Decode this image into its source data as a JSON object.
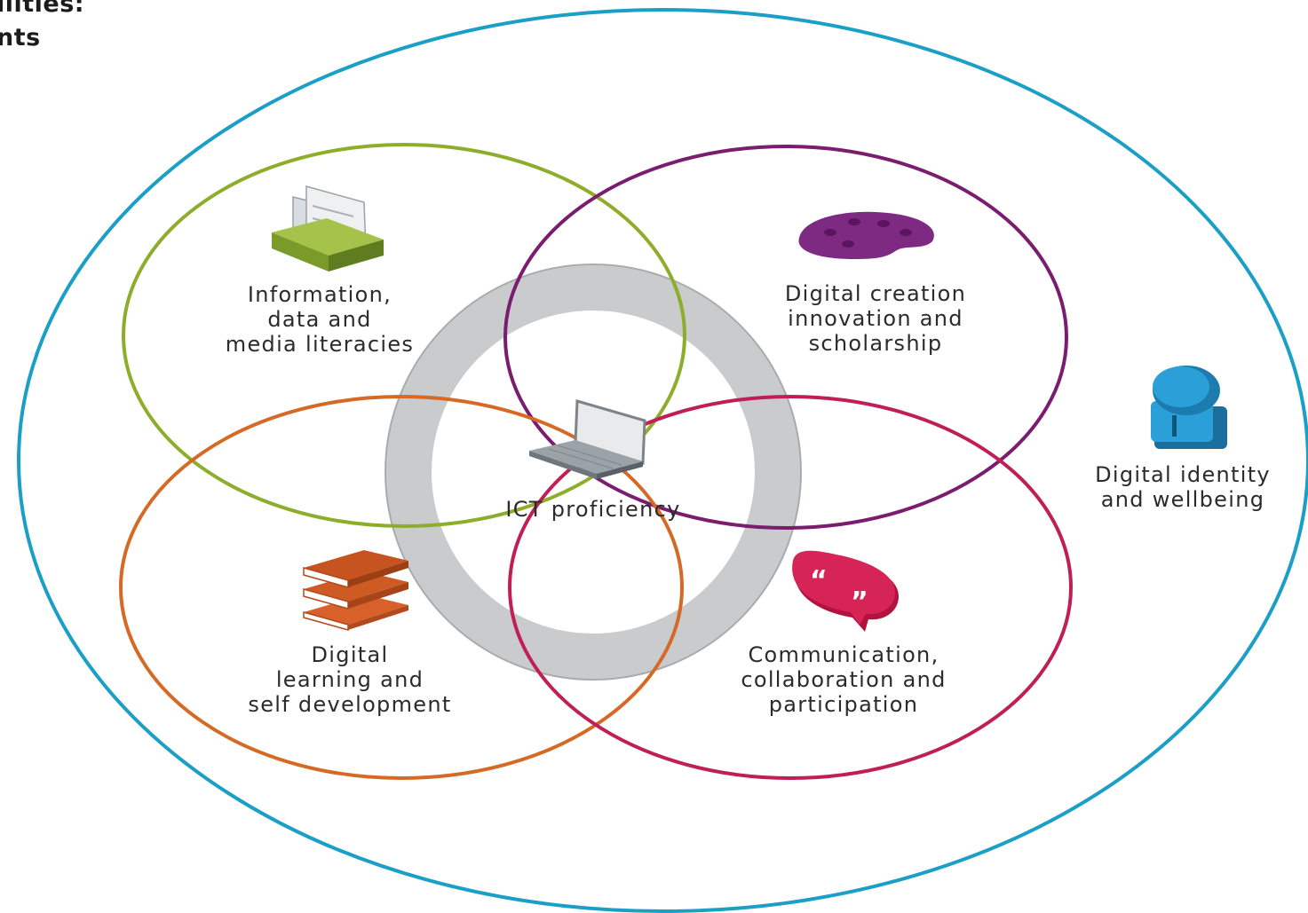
{
  "heading": {
    "line1": "ilities:",
    "line2": "nts"
  },
  "circles": {
    "outer": {
      "labels": [
        "Digital identity",
        "and wellbeing"
      ],
      "color": "#1b9fc6",
      "icon": "person-icon"
    },
    "information": {
      "labels": [
        "Information,",
        "data and",
        "media literacies"
      ],
      "color": "#8dad2b",
      "icon": "card-index-icon"
    },
    "creation": {
      "labels": [
        "Digital creation",
        "innovation and",
        "scholarship"
      ],
      "color": "#7a1d6e",
      "icon": "palette-icon"
    },
    "learning": {
      "labels": [
        "Digital",
        "learning and",
        "self development"
      ],
      "color": "#d56a26",
      "icon": "books-icon"
    },
    "communication": {
      "labels": [
        "Communication,",
        "collaboration and",
        "participation"
      ],
      "color": "#c01f55",
      "icon": "speech-bubble-icon"
    },
    "core": {
      "labels": [
        "ICT proficiency"
      ],
      "color": "#c9cbcd",
      "icon": "laptop-icon"
    }
  }
}
